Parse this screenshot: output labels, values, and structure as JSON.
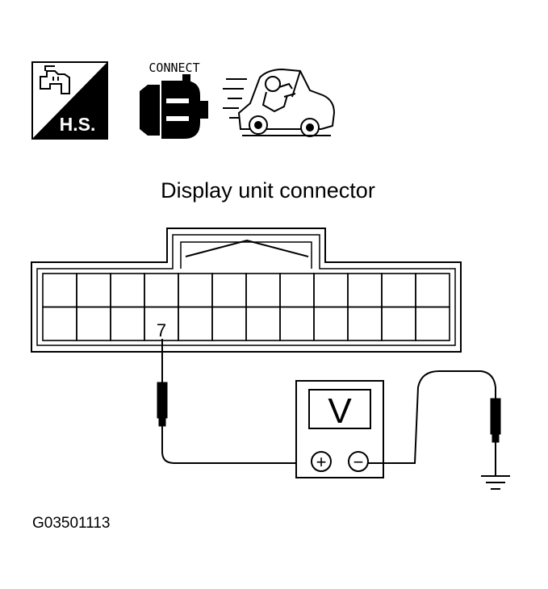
{
  "icons": {
    "hs": {
      "name": "hot-soak-icon",
      "text": "H.S."
    },
    "connect": {
      "name": "connect-icon",
      "text": "CONNECT"
    },
    "driving": {
      "name": "driving-car-icon"
    }
  },
  "connector": {
    "title": "Display unit connector",
    "pin_label": "7",
    "rows": 2,
    "columns": 12,
    "pin_row": 2,
    "pin_column": 4
  },
  "meter": {
    "label": "V",
    "plus": "+",
    "minus": "−"
  },
  "ground": {
    "name": "ground-icon"
  },
  "figure_code": "G03501113"
}
